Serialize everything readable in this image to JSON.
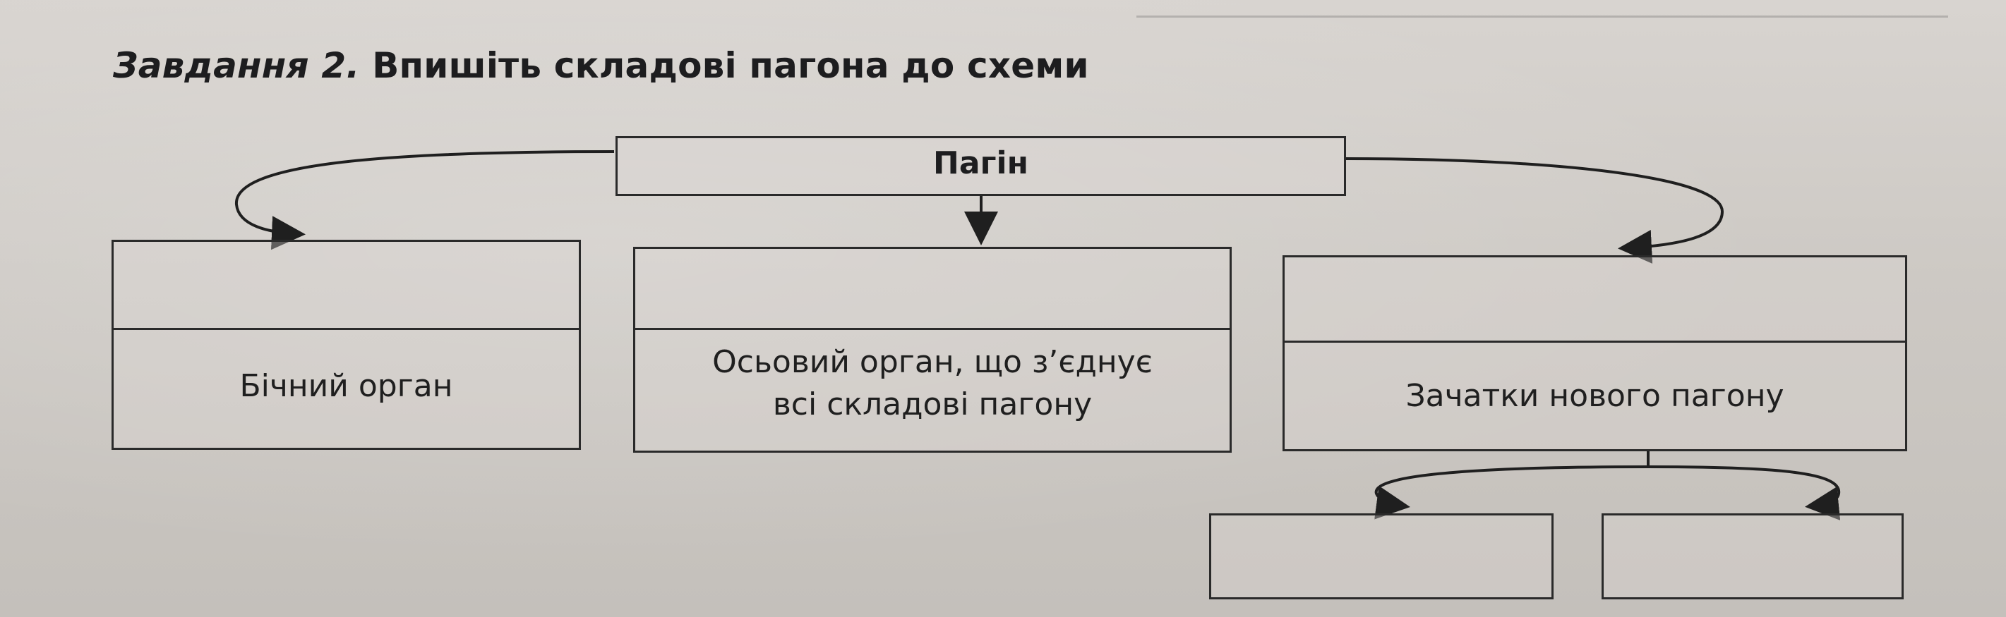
{
  "task": {
    "label": "Завдання 2.",
    "instruction": "Впишіть складові пагона до схеми"
  },
  "diagram": {
    "root": "Пагін",
    "children": [
      {
        "text": "Бічний орган"
      },
      {
        "text_line1": "Осьовий орган, що з’єднує",
        "text_line2": "всі складові пагону"
      },
      {
        "text": "Зачатки нового пагону"
      }
    ]
  },
  "colors": {
    "paper": "#c9c5c1",
    "ink": "#1d1d1f"
  }
}
